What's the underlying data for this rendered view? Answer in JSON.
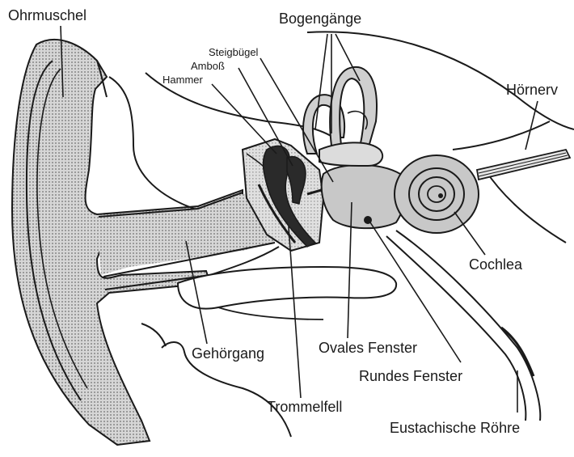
{
  "labels": {
    "ohrmuschel": "Ohrmuschel",
    "bogengaenge": "Bogengänge",
    "steigbuegel": "Steigbügel",
    "amboss": "Amboß",
    "hammer": "Hammer",
    "hoernerv": "Hörnerv",
    "cochlea": "Cochlea",
    "gehoergang": "Gehörgang",
    "ovales_fenster": "Ovales Fenster",
    "rundes_fenster": "Rundes Fenster",
    "trommelfell": "Trommelfell",
    "eustachische_roehre": "Eustachische Röhre"
  },
  "colors": {
    "outline": "#1a1a1a",
    "fill_gray": "#c4c4c4",
    "fill_light": "#d8d8d8",
    "fill_dark": "#2a2a2a",
    "background": "#ffffff"
  }
}
